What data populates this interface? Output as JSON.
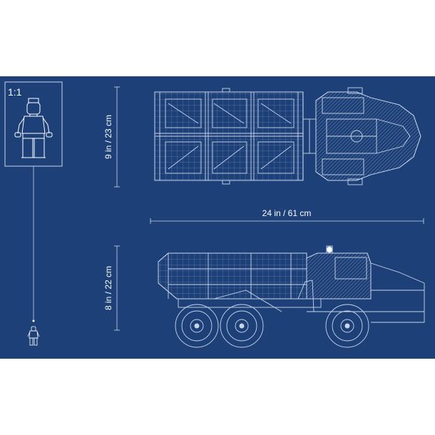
{
  "scale_label": "1:1",
  "dimensions": {
    "top_view_height": "9 in / 23 cm",
    "length": "24 in / 61 cm",
    "side_view_height": "8 in / 22 cm"
  },
  "colors": {
    "background": "#1d4079",
    "line": "#c9d6ea",
    "text": "#ffffff"
  }
}
